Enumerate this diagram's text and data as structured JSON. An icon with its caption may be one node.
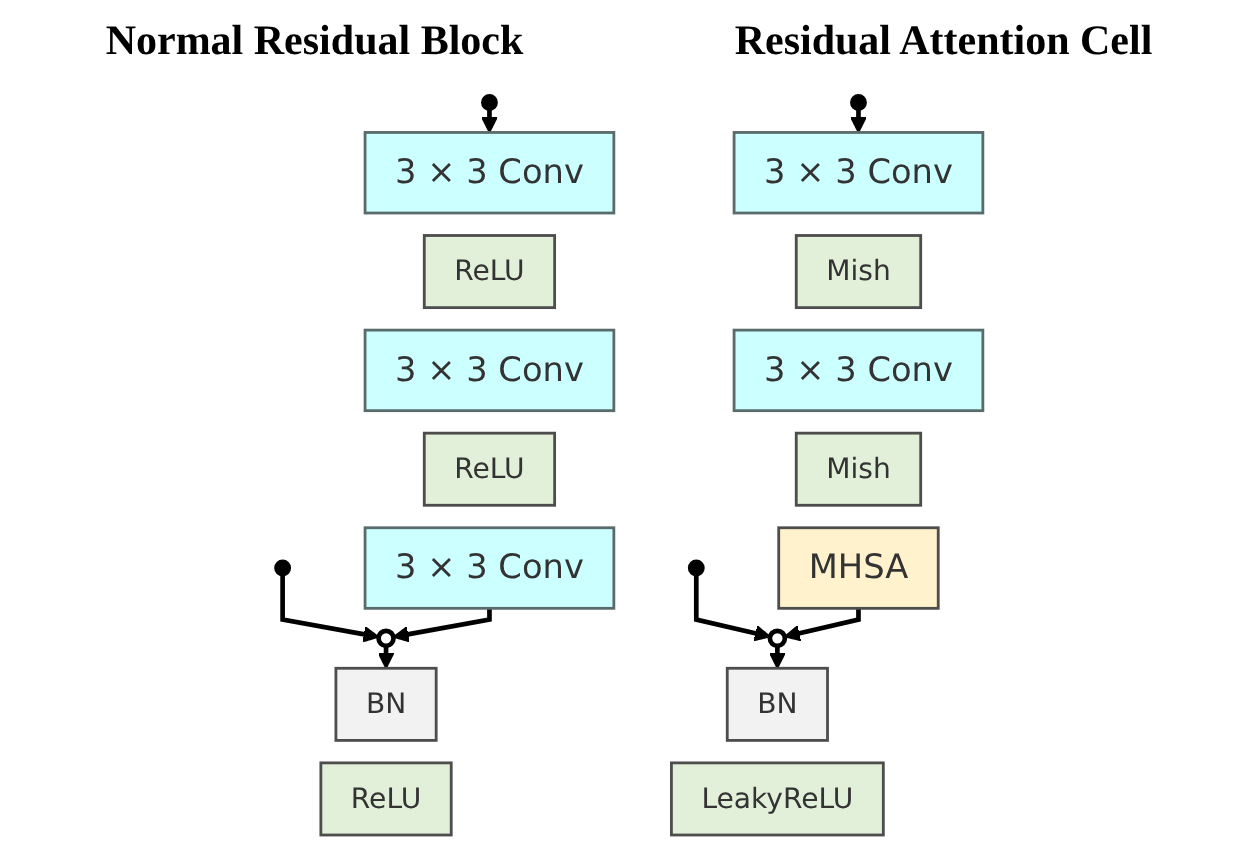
{
  "diagram": {
    "nodes": [
      {
        "text": [
          "3 × 3 Conv"
        ]
      },
      {
        "text": [
          "ReLU"
        ]
      },
      {
        "text": [
          "3 × 3 Conv"
        ]
      },
      {
        "text": [
          "ReLU"
        ]
      },
      {
        "text": [
          "3 × 3 Conv"
        ]
      },
      {
        "text": [],
        "shape": "circle"
      },
      {
        "text": [
          "BN"
        ]
      },
      {
        "text": [
          "ReLU"
        ]
      },
      {
        "text": [
          "3 × 3 Conv"
        ]
      },
      {
        "text": [
          "Mish"
        ]
      },
      {
        "text": [
          "3 × 3 Conv"
        ]
      },
      {
        "text": [
          "Mish"
        ]
      },
      {
        "text": [
          "MHSA"
        ]
      },
      {
        "text": [],
        "shape": "circle"
      },
      {
        "text": [
          "BN"
        ]
      },
      {
        "text": [
          "LeakyReLU"
        ]
      }
    ],
    "edges": [
      {
        "from": null,
        "to": 0,
        "arrow": "to"
      },
      {
        "from": null,
        "to": 5,
        "arrow": "to"
      },
      {
        "from": 4,
        "to": 5,
        "arrow": "to"
      },
      {
        "from": 5,
        "to": 6,
        "arrow": "to"
      },
      {
        "from": null,
        "to": 8,
        "arrow": "to"
      },
      {
        "from": null,
        "to": 13,
        "arrow": "to"
      },
      {
        "from": 12,
        "to": 13,
        "arrow": "to"
      },
      {
        "from": 13,
        "to": 14,
        "arrow": "to"
      }
    ],
    "labels": [
      "Normal Residual Block",
      "Residual Attention Cell"
    ]
  }
}
